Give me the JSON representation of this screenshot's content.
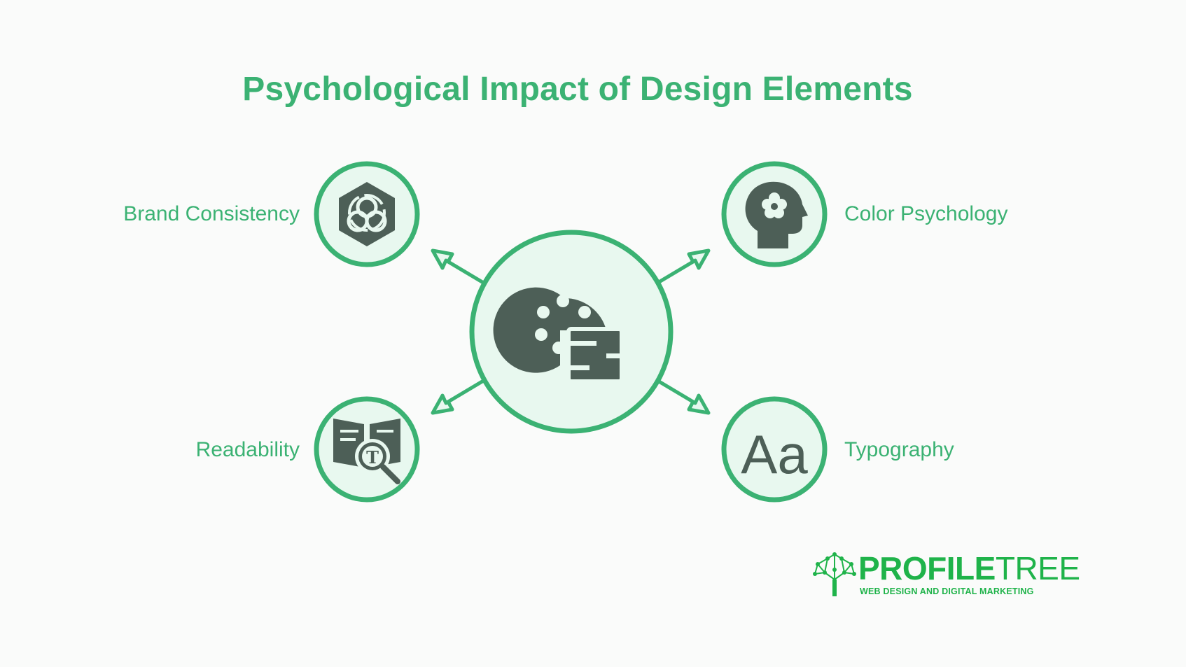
{
  "title": "Psychological Impact of Design Elements",
  "center": {
    "icon": "palette-icon"
  },
  "nodes": [
    {
      "id": "brand-consistency",
      "label": "Brand Consistency",
      "icon": "brand-hexagon-icon"
    },
    {
      "id": "color-psychology",
      "label": "Color Psychology",
      "icon": "head-flower-icon"
    },
    {
      "id": "readability",
      "label": "Readability",
      "icon": "book-magnifier-icon"
    },
    {
      "id": "typography",
      "label": "Typography",
      "icon": "typography-aa-icon",
      "glyph": "Aa"
    }
  ],
  "brand": {
    "name_bold": "PROFILE",
    "name_thin": "TREE",
    "tagline": "WEB DESIGN AND DIGITAL MARKETING",
    "icon": "tree-network-icon"
  },
  "colors": {
    "accent": "#3bb273",
    "ring": "#3bb273",
    "fill": "#e8f8ef",
    "icon": "#4d5f57",
    "background": "#fafbfa",
    "brand": "#1fb34a"
  }
}
